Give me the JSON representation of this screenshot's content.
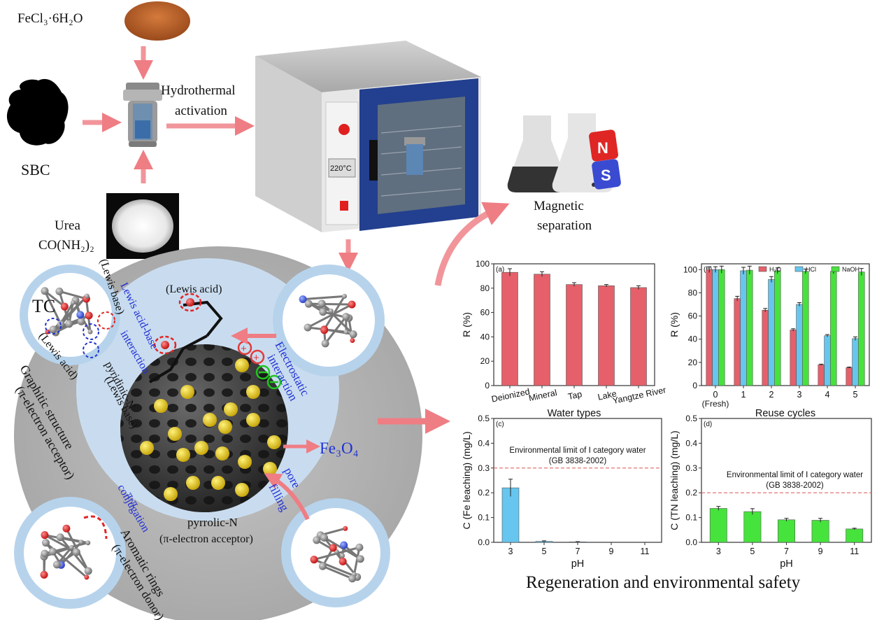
{
  "synthesis": {
    "fecl3_label": "FeCl₃·6H₂O",
    "sbc_label": "SBC",
    "urea_label": "Urea",
    "urea_formula": "CO(NH₂)₂",
    "hydro_line1": "Hydrothermal",
    "hydro_line2": "activation",
    "oven_temp": "220°C",
    "magnet_n": "N",
    "magnet_s": "S",
    "magsep_line1": "Magnetic",
    "magsep_line2": "separation"
  },
  "mechanism": {
    "tc_label": "TC",
    "lewis_base_top": "(Lewis base)",
    "lewis_acid_left": "(Lewis acid)",
    "lewis_acid_base_1": "Lewis acid-base",
    "lewis_acid_base_2": "interaction",
    "lewis_acid_top": "(Lewis acid)",
    "electrostatic_1": "Electrostatic",
    "electrostatic_2": "interaction",
    "pyridinic_n": "pyridinic-N",
    "lewis_base_mid": "(Lewis base)",
    "graphitic": "Graphitic structure",
    "pi_acceptor_left": "(π-electron acceptor)",
    "pi_pi": "π-π",
    "conjugation": "conjugation",
    "fe3o4": "Fe₃O₄",
    "pore_1": "pore",
    "pore_2": "filling",
    "pyrrolic_n": "pyrrolic-N",
    "pi_acceptor_bottom": "(π-electron acceptor)",
    "aromatic": "Aromatic rings",
    "pi_donor": "(π-electron donor)"
  },
  "chart_data": [
    {
      "panel": "(a)",
      "type": "bar",
      "categories": [
        "Deionized",
        "Mineral",
        "Tap",
        "Lake",
        "Yangtze River"
      ],
      "values": [
        93,
        91.5,
        83,
        82,
        80.5
      ],
      "errors": [
        3,
        2,
        1.5,
        1,
        1.5
      ],
      "xlabel": "Water types",
      "ylabel": "R (%)",
      "ylim": [
        0,
        100
      ],
      "yticks": [
        "0",
        "20",
        "40",
        "60",
        "80",
        "100"
      ],
      "color": "#e5606a"
    },
    {
      "panel": "(b)",
      "type": "bar",
      "categories": [
        "0",
        "1",
        "2",
        "3",
        "4",
        "5"
      ],
      "category_sub": "(Fresh)",
      "series": [
        {
          "name": "H₂O",
          "values": [
            100,
            75,
            65,
            48,
            18,
            15.5
          ],
          "errors": [
            2.5,
            2,
            1.5,
            1,
            0.5,
            0.5
          ],
          "color": "#e5606a"
        },
        {
          "name": "HCl",
          "values": [
            100,
            99,
            91.5,
            70,
            43,
            40.5
          ],
          "errors": [
            2.5,
            3,
            2.5,
            1.5,
            1,
            1.5
          ],
          "color": "#66c6ef"
        },
        {
          "name": "NaOH",
          "values": [
            100,
            99.5,
            99,
            98.5,
            98.5,
            98
          ],
          "errors": [
            3,
            3.5,
            2.5,
            2,
            2,
            3
          ],
          "color": "#46e33c"
        }
      ],
      "xlabel": "Reuse cycles",
      "ylabel": "R (%)",
      "ylim": [
        0,
        105
      ],
      "yticks": [
        "0",
        "20",
        "40",
        "60",
        "80",
        "100"
      ],
      "legend": "top"
    },
    {
      "panel": "(c)",
      "type": "bar",
      "categories": [
        "3",
        "5",
        "7",
        "9",
        "11"
      ],
      "values": [
        0.22,
        0.004,
        0.002,
        0,
        0
      ],
      "errors": [
        0.035,
        0.002,
        0.001,
        0,
        0
      ],
      "xlabel": "pH",
      "ylabel": "C (Fe leaching) (mg/L)",
      "ylim": [
        0,
        0.5
      ],
      "yticks": [
        "0.0",
        "0.1",
        "0.2",
        "0.3",
        "0.4",
        "0.5"
      ],
      "color": "#66c6ef",
      "limit_value": 0.3,
      "limit_label_1": "Environmental limit of Ⅰ category water",
      "limit_label_2": "(GB 3838-2002)"
    },
    {
      "panel": "(d)",
      "type": "bar",
      "categories": [
        "3",
        "5",
        "7",
        "9",
        "11"
      ],
      "values": [
        0.137,
        0.124,
        0.091,
        0.089,
        0.054
      ],
      "errors": [
        0.008,
        0.012,
        0.006,
        0.008,
        0.003
      ],
      "xlabel": "pH",
      "ylabel": "C (TN leaching) (mg/L)",
      "ylim": [
        0,
        0.5
      ],
      "yticks": [
        "0.0",
        "0.1",
        "0.2",
        "0.3",
        "0.4",
        "0.5"
      ],
      "color": "#46e33c",
      "limit_value": 0.2,
      "limit_label_1": "Environmental limit of Ⅰ category water",
      "limit_label_2": "(GB 3838-2002)"
    }
  ],
  "footer": {
    "title": "Regeneration and environmental safety"
  }
}
